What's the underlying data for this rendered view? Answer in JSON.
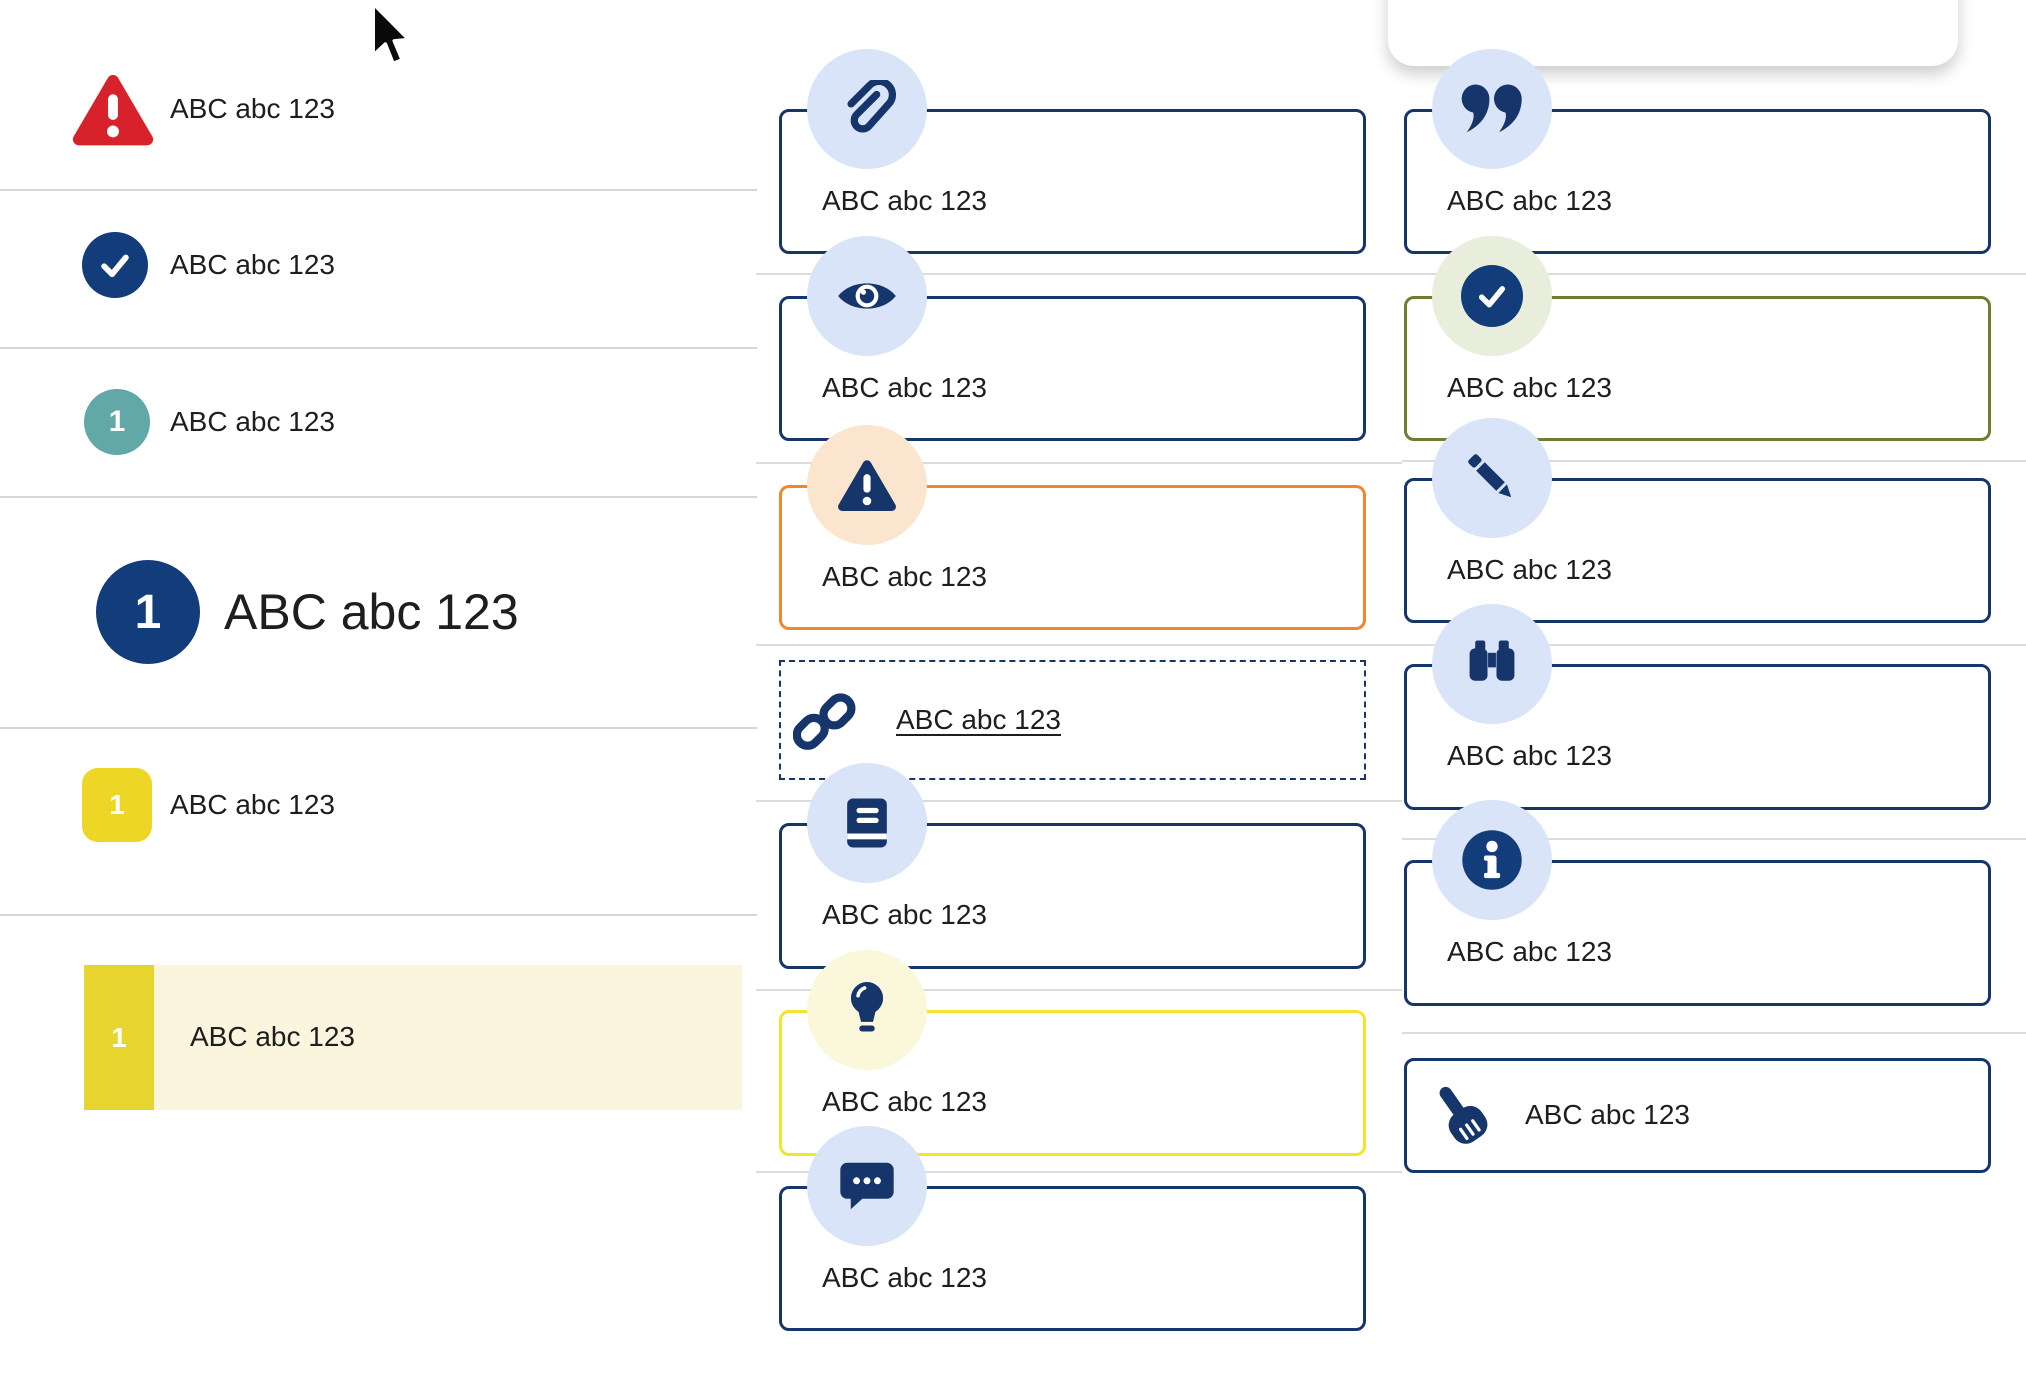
{
  "colors": {
    "navy": "#16356b",
    "light_blue_circle": "#d9e4f8",
    "red": "#d7222c",
    "teal": "#61a8a6",
    "yellow_badge": "#edd626",
    "yellow_card_border": "#f3e42c",
    "pale_yellow_circle": "#fbf7db",
    "highlight_row_bg": "#faf5dc",
    "orange_card_border": "#f0882a",
    "peach_circle": "#fce5ce",
    "olive_card_border": "#6f7d31",
    "pale_green_circle": "#e9eddb",
    "text": "#1e1e1e",
    "divider": "#d6d6d6"
  },
  "left_list": {
    "rows": [
      {
        "icon": "warning-triangle-red",
        "label": "ABC abc 123"
      },
      {
        "icon": "check-circle-navy",
        "label": "ABC abc 123"
      },
      {
        "icon": "number-badge-teal",
        "badge": "1",
        "label": "ABC abc 123"
      },
      {
        "icon": "number-badge-navy-large",
        "badge": "1",
        "label": "ABC abc 123"
      },
      {
        "icon": "number-badge-yellow",
        "badge": "1",
        "label": "ABC abc 123"
      },
      {
        "icon": "number-badge-yellow-highlighted",
        "badge": "1",
        "label": "ABC abc 123"
      }
    ]
  },
  "middle_cards": [
    {
      "icon": "paperclip",
      "style": "navy",
      "label": "ABC abc 123"
    },
    {
      "icon": "eye",
      "style": "navy",
      "label": "ABC abc 123"
    },
    {
      "icon": "warning-triangle",
      "style": "orange",
      "label": "ABC abc 123"
    },
    {
      "icon": "link",
      "style": "dashed",
      "label": "ABC abc 123"
    },
    {
      "icon": "book",
      "style": "navy",
      "label": "ABC abc 123"
    },
    {
      "icon": "lightbulb",
      "style": "yellow",
      "label": "ABC abc 123"
    },
    {
      "icon": "chat-bubble",
      "style": "navy",
      "label": "ABC abc 123"
    }
  ],
  "right_cards": [
    {
      "icon": "quote",
      "style": "navy",
      "label": "ABC abc 123"
    },
    {
      "icon": "check-circle",
      "style": "green",
      "label": "ABC abc 123"
    },
    {
      "icon": "pencil",
      "style": "navy",
      "label": "ABC abc 123"
    },
    {
      "icon": "binoculars",
      "style": "navy",
      "label": "ABC abc 123"
    },
    {
      "icon": "info-circle",
      "style": "navy",
      "label": "ABC abc 123"
    },
    {
      "icon": "pointer-hand",
      "style": "navy",
      "label": "ABC abc 123"
    }
  ]
}
